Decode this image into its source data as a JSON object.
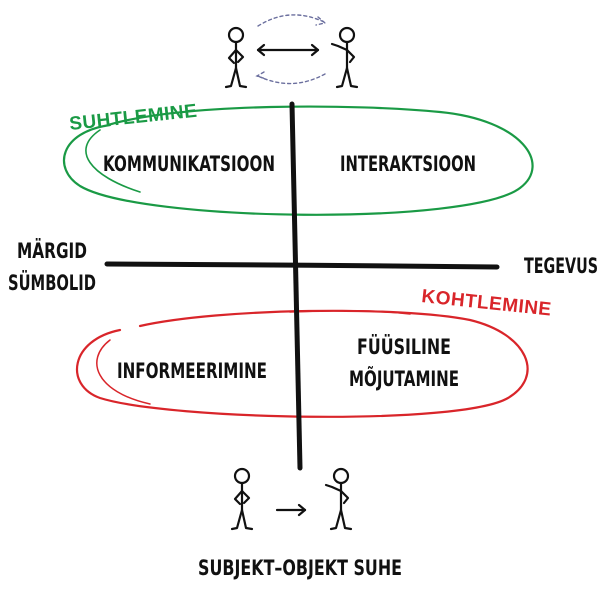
{
  "top_label": "SUHTLEMINE",
  "bottom_label": "KOHTLEMINE",
  "quadrants": {
    "top_left": "KOMMUNIKATSIOON",
    "top_right": "INTERAKTSIOON",
    "bottom_left": "INFORMEERIMINE",
    "bottom_right_line1": "FÜÜSILINE",
    "bottom_right_line2": "MÕJUTAMINE"
  },
  "axis": {
    "left_line1": "MÄRGID",
    "left_line2": "SÜMBOLID",
    "right": "TEGEVUS"
  },
  "caption": "SUBJEKT–OBJEKT SUHE",
  "colors": {
    "green": "#1a9a45",
    "red": "#d9252a",
    "ink": "#111111",
    "arrow_dash": "#6b6f9e"
  }
}
